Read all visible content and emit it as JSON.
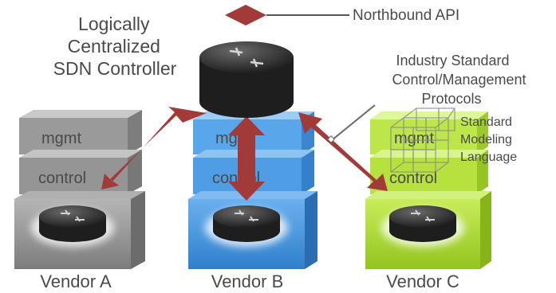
{
  "controller_label": [
    "Logically",
    "Centralized",
    "SDN Controller"
  ],
  "northbound_api": "Northbound API",
  "protocols_label": [
    "Industry Standard",
    "Control/Management",
    "Protocols"
  ],
  "modeling_label": [
    "Standard",
    "Modeling",
    "Language"
  ],
  "vendors": [
    {
      "name": "Vendor A",
      "mgmt": "mgmt",
      "control": "control",
      "color": "#8c8c8c"
    },
    {
      "name": "Vendor B",
      "mgmt": "mgmt",
      "control": "control",
      "color": "#3f8fd8"
    },
    {
      "name": "Vendor C",
      "mgmt": "mgmt",
      "control": "control",
      "color": "#a8d628"
    }
  ],
  "colors": {
    "arrow": "#a33a3a",
    "text": "#4a4a4a",
    "device": "#2b2b2b"
  }
}
